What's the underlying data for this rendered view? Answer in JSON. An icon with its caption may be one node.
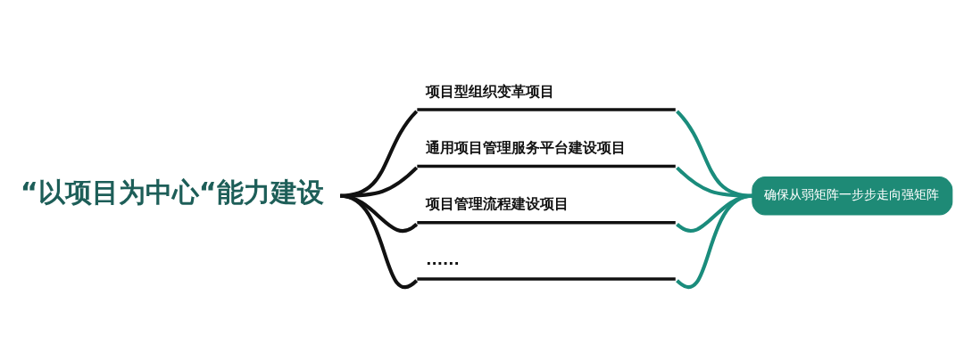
{
  "diagram": {
    "nodes": [
      {
        "text": [
          "“以项目为中心“能力建设"
        ]
      },
      {
        "text": [
          "项目型组织变革项目"
        ]
      },
      {
        "text": [
          "通用项目管理服务平台建设项目"
        ]
      },
      {
        "text": [
          "项目管理流程建设项目"
        ]
      },
      {
        "text": [
          "......"
        ]
      },
      {
        "text": [
          "确保从弱矩阵一步步走向强矩阵"
        ]
      }
    ],
    "edges": [
      {
        "from": 0,
        "to": 1,
        "arrow": "none"
      },
      {
        "from": 0,
        "to": 2,
        "arrow": "none"
      },
      {
        "from": 0,
        "to": 3,
        "arrow": "none"
      },
      {
        "from": 0,
        "to": 4,
        "arrow": "none"
      },
      {
        "from": 1,
        "to": 5,
        "arrow": "none",
        "color": "#1a8c7c"
      },
      {
        "from": 2,
        "to": 5,
        "arrow": "none",
        "color": "#1a8c7c"
      },
      {
        "from": 3,
        "to": 5,
        "arrow": "none",
        "color": "#1a8c7c"
      },
      {
        "from": 4,
        "to": 5,
        "arrow": "none",
        "color": "#1a8c7c"
      }
    ]
  }
}
